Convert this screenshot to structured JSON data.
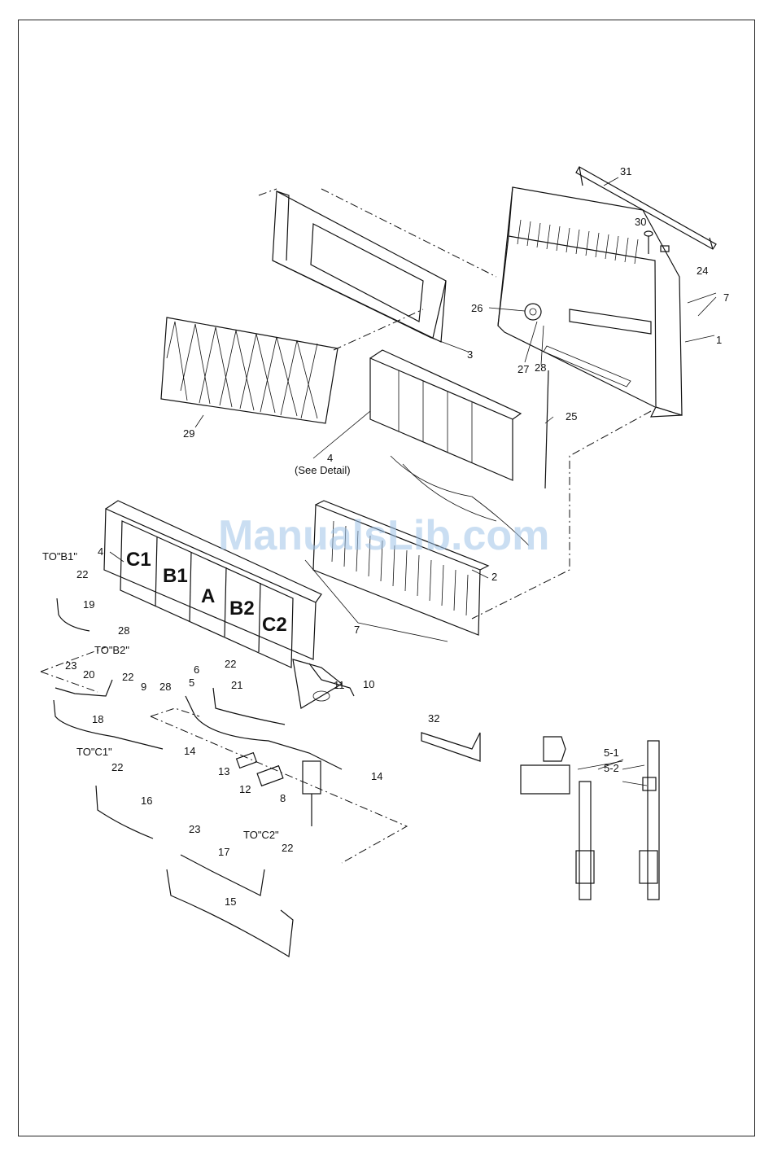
{
  "watermark": "ManualsLib.com",
  "burner_letters": [
    "C1",
    "B1",
    "A",
    "B2",
    "C2"
  ],
  "callouts": {
    "c1": "1",
    "c2": "2",
    "c3": "3",
    "c4_top": "4",
    "c4_detail": "(See Detail)",
    "c4_left": "4",
    "c5": "5",
    "c5_1": "5-1",
    "c5_2": "5-2",
    "c6": "6",
    "c7_top": "7",
    "c7_bottom": "7",
    "c8": "8",
    "c9": "9",
    "c10": "10",
    "c11": "11",
    "c12": "12",
    "c13": "13",
    "c14_a": "14",
    "c14_b": "14",
    "c15": "15",
    "c16": "16",
    "c17": "17",
    "c18": "18",
    "c19": "19",
    "c20": "20",
    "c21": "21",
    "c22_a": "22",
    "c22_b": "22",
    "c22_c": "22",
    "c22_d": "22",
    "c22_e": "22",
    "c23_a": "23",
    "c23_b": "23",
    "c24": "24",
    "c25": "25",
    "c26": "26",
    "c27": "27",
    "c28_top": "28",
    "c28_a": "28",
    "c28_b": "28",
    "c29": "29",
    "c30": "30",
    "c31": "31",
    "c32": "32"
  },
  "to_labels": {
    "b1": "TO\"B1\"",
    "b2": "TO\"B2\"",
    "c1": "TO\"C1\"",
    "c2": "TO\"C2\""
  }
}
